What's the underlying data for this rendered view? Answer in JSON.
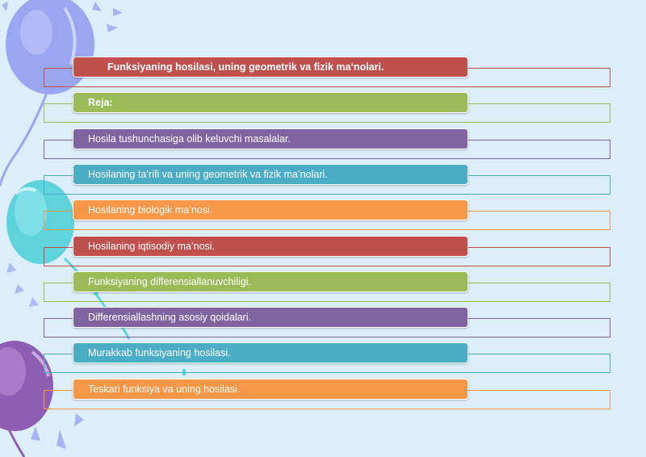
{
  "items": [
    {
      "label": "Funksiyaning hosilasi, uning geometrik va fizik maʻnolari.",
      "color": "#c0504d",
      "style": "title"
    },
    {
      "label": "Reja:",
      "color": "#9bbb59",
      "style": "bold"
    },
    {
      "label": "Hosila tushunchasiga olib keluvchi masalalar.",
      "color": "#8064a2",
      "style": "normal"
    },
    {
      "label": "Hosilaning taʻrifi va uning geometrik va fizik maʻnolari.",
      "color": "#4bacc6",
      "style": "normal"
    },
    {
      "label": "Hosilaning biologik maʻnosi.",
      "color": "#f79646",
      "style": "normal"
    },
    {
      "label": "Hosilaning iqtisodiy maʻnosi.",
      "color": "#c0504d",
      "style": "normal"
    },
    {
      "label": "Funksiyaning differensiallanuvchiligi.",
      "color": "#9bbb59",
      "style": "normal"
    },
    {
      "label": "Differensiallashning asosiy qoidalari.",
      "color": "#8064a2",
      "style": "normal"
    },
    {
      "label": "Murakkab funksiyaning hosilasi.",
      "color": "#4bacc6",
      "style": "normal"
    },
    {
      "label": "Teskari funksiya va uning hosilasi.",
      "color": "#f79646",
      "style": "normal"
    }
  ],
  "balloon_colors": {
    "periwinkle": "#9aa6f2",
    "turquoise": "#5fd3dc",
    "purple": "#8e5db4",
    "sky": "#dbeefa"
  }
}
